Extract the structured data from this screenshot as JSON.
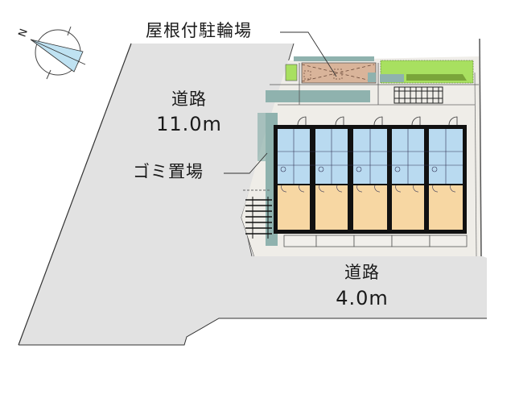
{
  "labels": {
    "covered_bicycle_parking": "屋根付駐輪場",
    "garbage_area": "ゴミ置場",
    "road_west": {
      "name": "道路",
      "width": "11.0m"
    },
    "road_south": {
      "name": "道路",
      "width": "4.0m"
    }
  },
  "compass": {
    "icon": "north-arrow-icon",
    "north_label": "N"
  },
  "building": {
    "units": 5
  },
  "colors": {
    "road": "#e2e2e2",
    "site": "#efede8",
    "wet_area": "#b9daf0",
    "room": "#f7d7a3",
    "green": "#a8e060",
    "bike_parking": "#d9b49a",
    "teal_path": "#8fb2ae",
    "wall": "#111111"
  }
}
